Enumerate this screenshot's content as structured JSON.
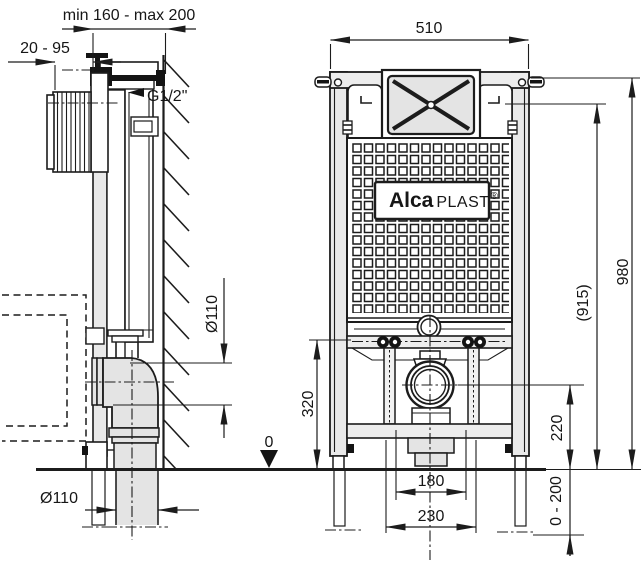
{
  "document": {
    "type": "technical installation drawing",
    "brand": {
      "bold": "Alca",
      "regular": "PLAST",
      "registered": "®"
    }
  },
  "side_view": {
    "dim_supply_depth": "min 160 - max 200",
    "dim_front_clearance": "20 - 95",
    "water_connection_label": "G1/2\"",
    "dim_waste_pipe_diameter": "Ø110",
    "dim_floor_pipe_diameter": "Ø110",
    "floor_datum_label": "0",
    "dim_waste_outlet_height": "320"
  },
  "front_view": {
    "dim_frame_width": "510",
    "dim_frame_height": "980",
    "dim_control_height": "(915)",
    "dim_outlet_axis_height": "220",
    "dim_leg_adjustment": "0 - 200",
    "dim_fixing_rod_spacing": "180",
    "dim_outlet_bracket_spacing": "230"
  },
  "colors": {
    "line": "#1c1c1c",
    "fill_light": "#e9e9e9",
    "fill_mid": "#ededed",
    "background": "#ffffff"
  }
}
